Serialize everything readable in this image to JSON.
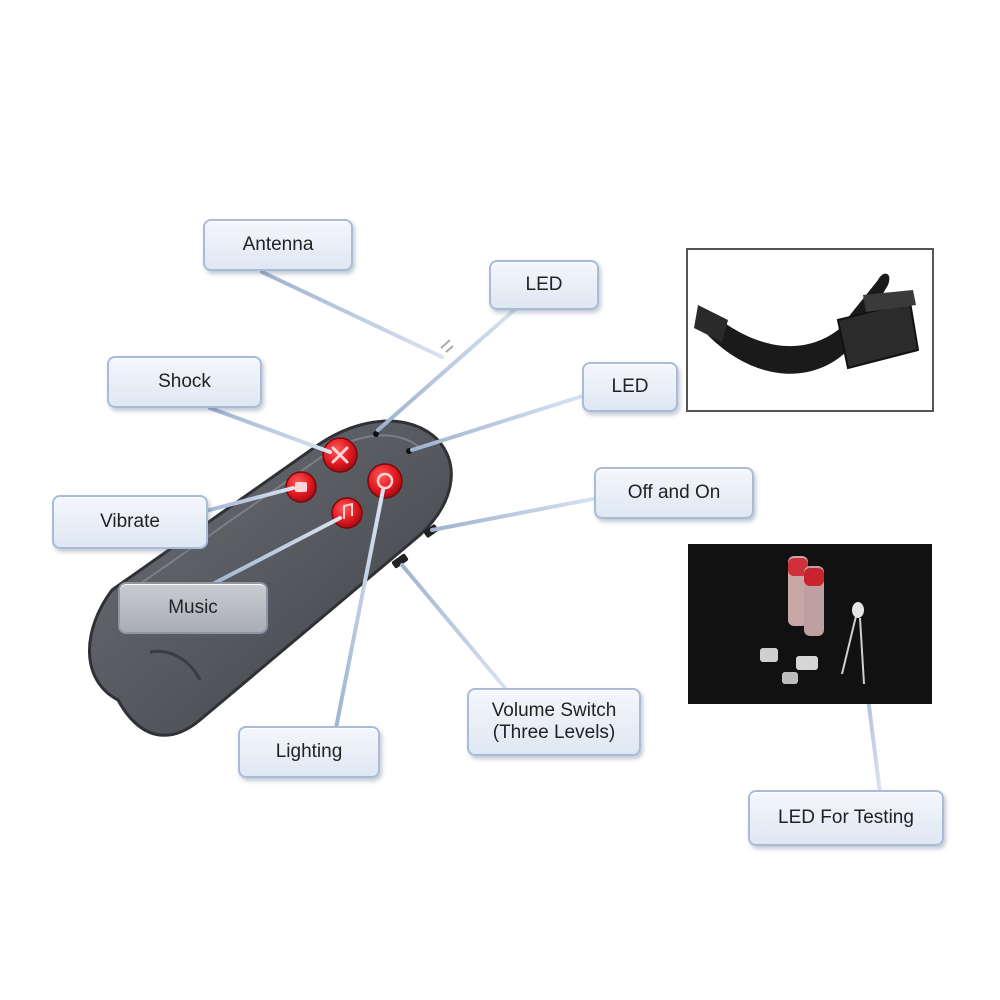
{
  "labels": {
    "antenna": "Antenna",
    "led_top": "LED",
    "led_right": "LED",
    "shock": "Shock",
    "vibrate": "Vibrate",
    "off_on": "Off and On",
    "music": "Music",
    "volume_line1": "Volume Switch",
    "volume_line2": "(Three Levels)",
    "lighting": "Lighting",
    "led_testing": "LED For Testing"
  },
  "colors": {
    "callout_border": "#a9bbd6",
    "remote_body": "#56595e",
    "button_red": "#e01820",
    "leader_line": "#b8c8e0"
  },
  "icons": {
    "shock_button": "x-icon",
    "vibrate_button": "vibrate-icon",
    "music_button": "music-icon",
    "lighting_button": "light-icon"
  }
}
